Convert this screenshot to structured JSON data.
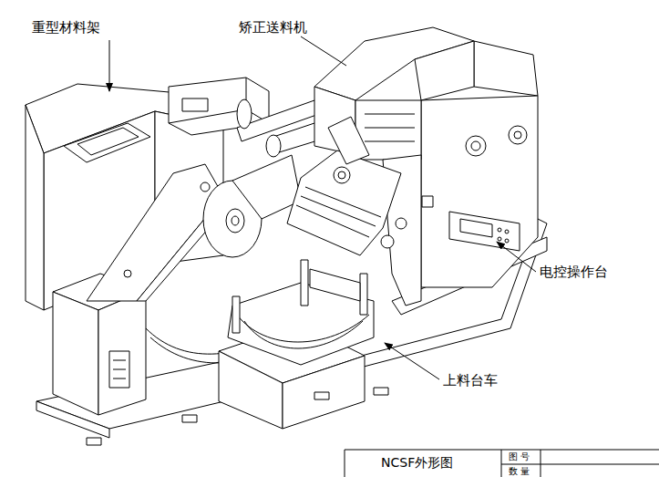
{
  "diagram": {
    "labels": [
      "重型材料架",
      "矫正送料机",
      "电控操作台",
      "上料台车",
      "NCSF外形图",
      "图 号",
      "数 量"
    ]
  }
}
